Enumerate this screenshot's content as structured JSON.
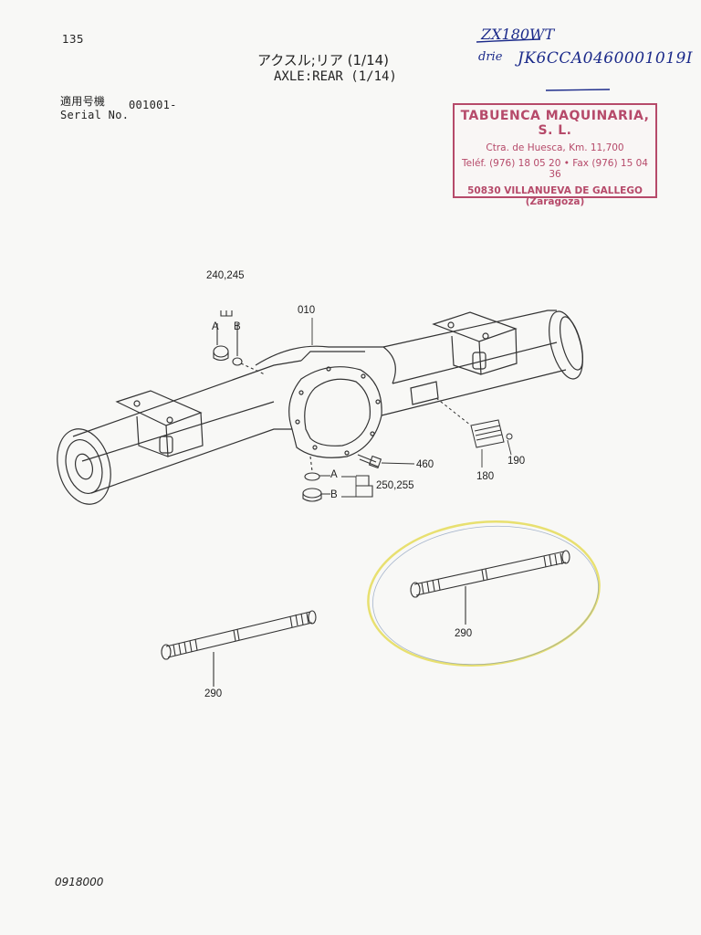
{
  "page_number": "135",
  "title_jp": "アクスル;リア (1/14)",
  "title_en": "AXLE:REAR (1/14)",
  "applicable_model_jp": "適用号機",
  "serial_label": "Serial No.",
  "serial_value": "001001-",
  "handwritten": {
    "model": "ZX180WT",
    "prefix": "drie",
    "serial": "JK6CCA0460001019I"
  },
  "stamp": {
    "company": "TABUENCA MAQUINARIA, S. L.",
    "address": "Ctra. de Huesca, Km. 11,700",
    "phone": "Teléf. (976) 18 05 20  •  Fax (976) 15 04 36",
    "city": "50830 VILLANUEVA DE GALLEGO (Zaragoza)"
  },
  "callouts": {
    "c240": "240,245",
    "c010": "010",
    "a_top": "A",
    "b_top": "B",
    "c460": "460",
    "a_bot": "A",
    "b_bot": "B",
    "c250": "250,255",
    "c180": "180",
    "c190": "190",
    "c290_left": "290",
    "c290_right": "290"
  },
  "footer_code": "0918000",
  "colors": {
    "stamp": "#b64a6a",
    "handwriting": "#1b2a8a",
    "highlight": "#e8e070"
  }
}
